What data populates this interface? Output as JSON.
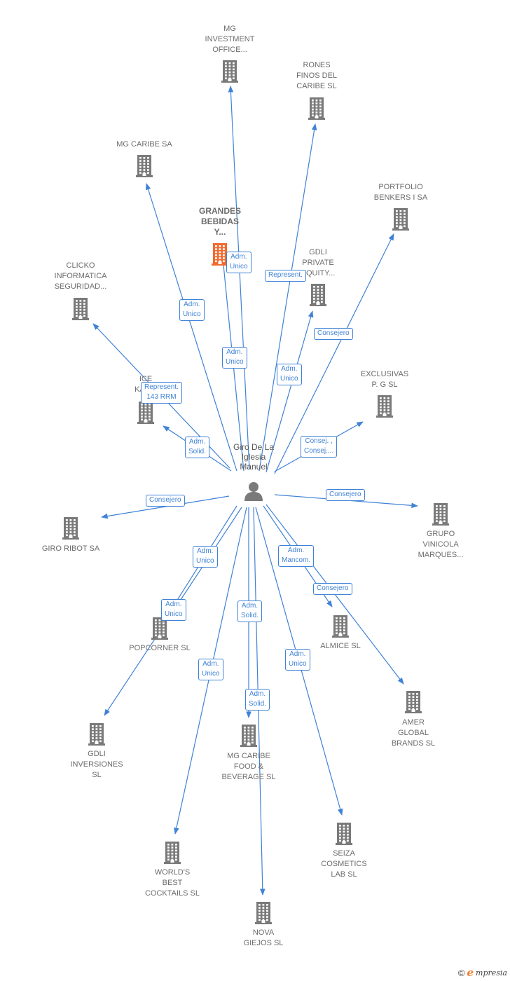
{
  "colors": {
    "edge": "#3f82d6",
    "building": "#7a7a7a",
    "highlight": "#f26a2e",
    "person": "#7a7a7a"
  },
  "center": {
    "name_lines": [
      "Giro De La",
      "Iglesia",
      "Manuel"
    ],
    "icon": "person-icon"
  },
  "nodes": [
    {
      "id": "mg-investment",
      "lines": [
        "MG",
        "INVESTMENT",
        "OFFICE..."
      ],
      "icon": "building-icon"
    },
    {
      "id": "rones-finos",
      "lines": [
        "RONES",
        "FINOS DEL",
        "CARIBE  SL"
      ],
      "icon": "building-icon"
    },
    {
      "id": "mg-caribe",
      "lines": [
        "MG CARIBE SA"
      ],
      "icon": "building-icon"
    },
    {
      "id": "portfolio-benkers",
      "lines": [
        "PORTFOLIO",
        "BENKERS I SA"
      ],
      "icon": "building-icon"
    },
    {
      "id": "grandes-bebidas",
      "lines": [
        "GRANDES",
        "BEBIDAS",
        "Y..."
      ],
      "icon": "building-icon",
      "highlight": true
    },
    {
      "id": "gdli-private",
      "lines": [
        "GDLI",
        "PRIVATE",
        "EQUITY..."
      ],
      "icon": "building-icon"
    },
    {
      "id": "clicko",
      "lines": [
        "CLICKO",
        "INFORMATICA",
        "SEGURIDAD..."
      ],
      "icon": "building-icon"
    },
    {
      "id": "ice-kar",
      "lines": [
        "ICE",
        "KAR..."
      ],
      "icon": "building-icon"
    },
    {
      "id": "exclusivas",
      "lines": [
        "EXCLUSIVAS",
        "P. G SL"
      ],
      "icon": "building-icon"
    },
    {
      "id": "giro-ribot",
      "lines": [
        "GIRO RIBOT SA"
      ],
      "icon": "building-icon"
    },
    {
      "id": "grupo-vinicola",
      "lines": [
        "GRUPO",
        "VINICOLA",
        "MARQUES..."
      ],
      "icon": "building-icon"
    },
    {
      "id": "popcorner",
      "lines": [
        "POPCORNER SL"
      ],
      "icon": "building-icon"
    },
    {
      "id": "almice",
      "lines": [
        "ALMICE  SL"
      ],
      "icon": "building-icon"
    },
    {
      "id": "amer-global",
      "lines": [
        "AMER",
        "GLOBAL",
        "BRANDS  SL"
      ],
      "icon": "building-icon"
    },
    {
      "id": "gdli-inversiones",
      "lines": [
        "GDLI",
        "INVERSIONES",
        "SL"
      ],
      "icon": "building-icon"
    },
    {
      "id": "mg-caribe-food",
      "lines": [
        "MG CARIBE",
        "FOOD &",
        "BEVERAGE  SL"
      ],
      "icon": "building-icon"
    },
    {
      "id": "seiza",
      "lines": [
        "SEIZA",
        "COSMETICS",
        "LAB  SL"
      ],
      "icon": "building-icon"
    },
    {
      "id": "worlds-best",
      "lines": [
        "WORLD'S",
        "BEST",
        "COCKTAILS  SL"
      ],
      "icon": "building-icon"
    },
    {
      "id": "nova-giejos",
      "lines": [
        "NOVA",
        "GIEJOS SL"
      ],
      "icon": "building-icon"
    }
  ],
  "relations": [
    {
      "target": "mg-investment",
      "lines": [
        "Adm.",
        "Unico"
      ]
    },
    {
      "target": "rones-finos",
      "lines": [
        "Represent."
      ]
    },
    {
      "target": "mg-caribe",
      "lines": [
        "Adm.",
        "Unico"
      ]
    },
    {
      "target": "portfolio-benkers",
      "lines": [
        "Consejero"
      ]
    },
    {
      "target": "grandes-bebidas",
      "lines": [
        "Adm.",
        "Unico"
      ]
    },
    {
      "target": "gdli-private",
      "lines": [
        "Adm.",
        "Unico"
      ]
    },
    {
      "target": "clicko",
      "lines": [
        "Represent.",
        "143 RRM"
      ]
    },
    {
      "target": "ice-kar",
      "lines": [
        "Adm.",
        "Solid."
      ]
    },
    {
      "target": "exclusivas",
      "lines": [
        "Consej. ,",
        "Consej...."
      ]
    },
    {
      "target": "giro-ribot",
      "lines": [
        "Consejero"
      ]
    },
    {
      "target": "grupo-vinicola",
      "lines": [
        "Consejero"
      ]
    },
    {
      "target": "popcorner",
      "lines": [
        "Adm.",
        "Unico"
      ]
    },
    {
      "target": "almice",
      "lines": [
        "Adm.",
        "Mancom."
      ]
    },
    {
      "target": "amer-global",
      "lines": [
        "Consejero"
      ]
    },
    {
      "target": "gdli-inversiones",
      "lines": [
        "Adm.",
        "Unico"
      ]
    },
    {
      "target": "mg-caribe-food",
      "lines": [
        "Adm.",
        "Solid."
      ]
    },
    {
      "target": "seiza",
      "lines": [
        "Adm.",
        "Unico"
      ]
    },
    {
      "target": "worlds-best",
      "lines": [
        "Adm.",
        "Unico"
      ]
    },
    {
      "target": "nova-giejos",
      "lines": [
        "Adm.",
        "Solid."
      ]
    }
  ],
  "footer": {
    "copyright": "©",
    "brand_initial": "e",
    "brand_rest": "mpresia"
  }
}
